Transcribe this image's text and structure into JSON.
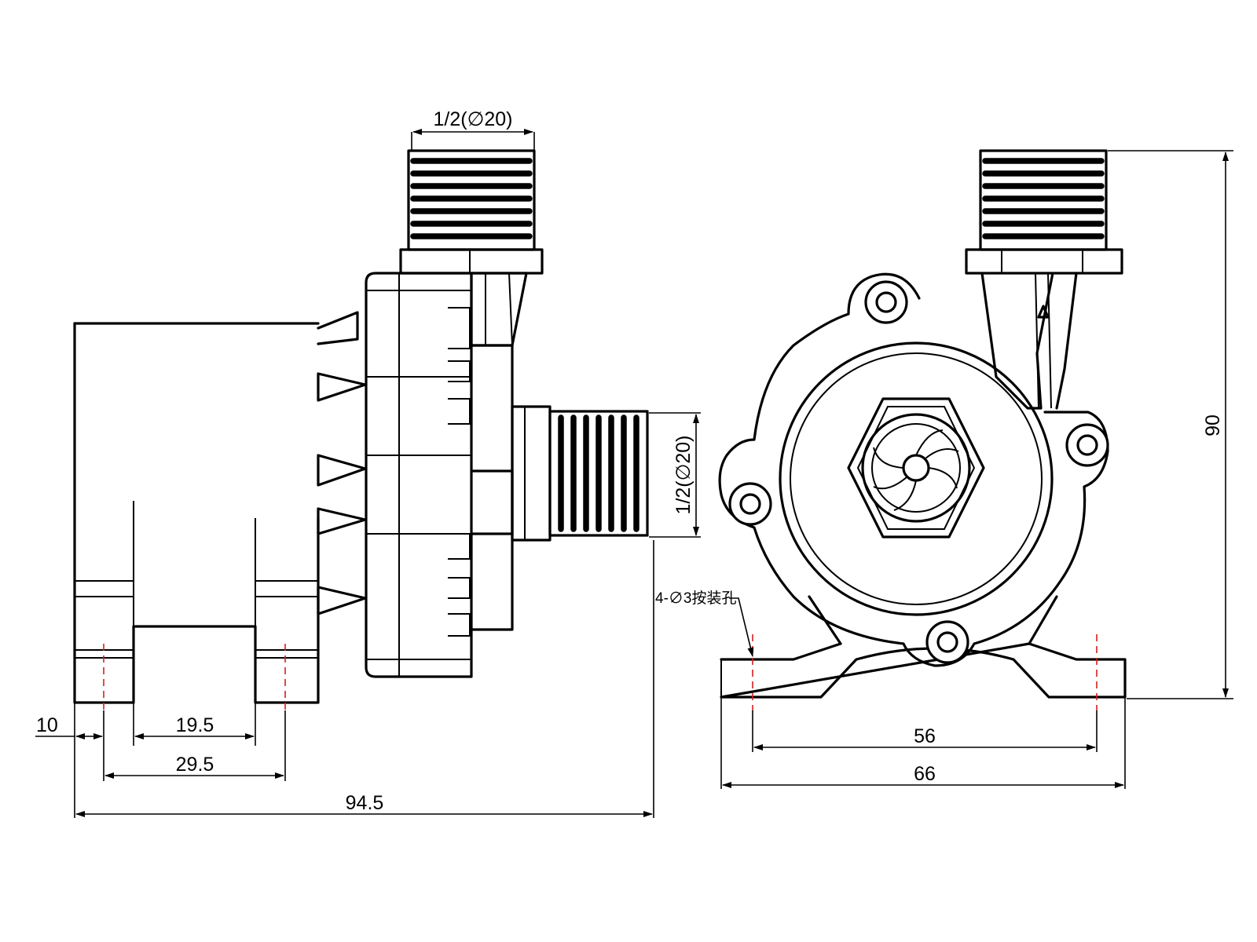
{
  "dimensions": {
    "top_port": "1/2(∅20)",
    "side_port": "1/2(∅20)",
    "height": "90",
    "mount_holes": "4-∅3按装孔",
    "foot_width": "10",
    "foot_gap": "19.5",
    "hole_pitch": "29.5",
    "overall_length": "94.5",
    "hole_spacing": "56",
    "base_width": "66"
  }
}
